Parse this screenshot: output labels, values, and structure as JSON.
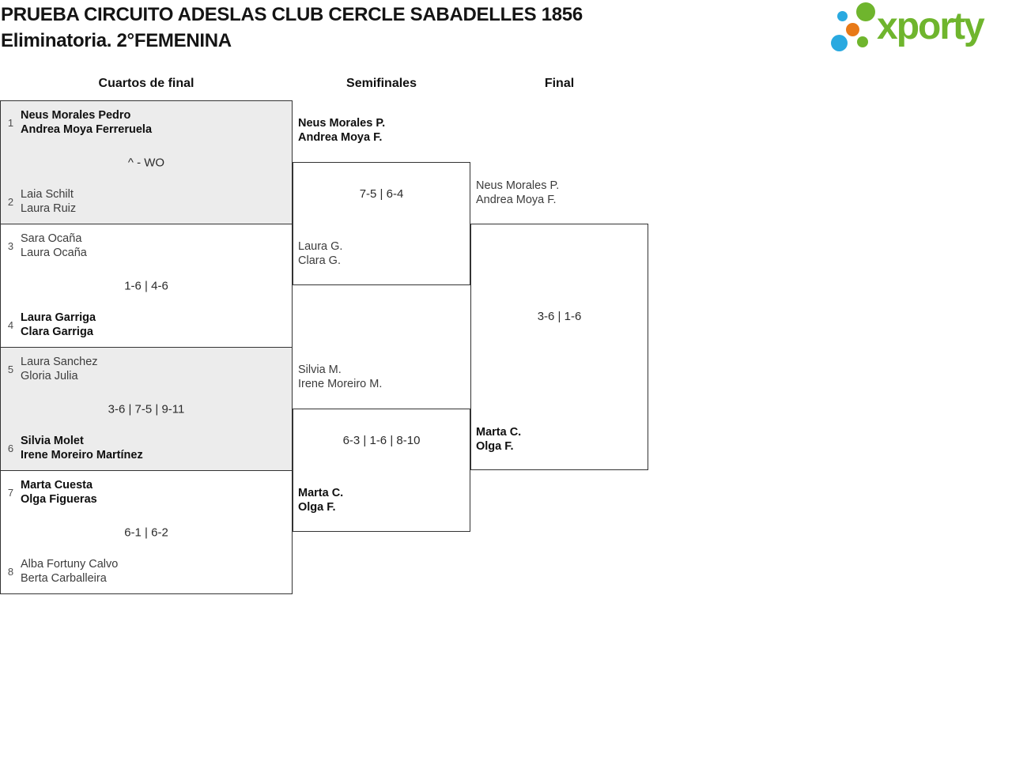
{
  "header": {
    "title_line1": "PRUEBA CIRCUITO ADESLAS CLUB CERCLE SABADELLES 1856",
    "title_line2": "Eliminatoria. 2°FEMENINA"
  },
  "logo": {
    "text": "xporty",
    "colors": {
      "green": "#6fb52d",
      "blue": "#29a9e0",
      "orange": "#e87917"
    }
  },
  "rounds": {
    "quarterfinals_label": "Cuartos de final",
    "semifinals_label": "Semifinales",
    "final_label": "Final"
  },
  "bracket": {
    "quarterfinals": [
      {
        "seed_a": "1",
        "team_a": {
          "p1": "Neus Morales Pedro",
          "p2": "Andrea Moya Ferreruela",
          "winner": true
        },
        "score": "^ - WO",
        "seed_b": "2",
        "team_b": {
          "p1": "Laia Schilt",
          "p2": "Laura Ruiz",
          "winner": false
        }
      },
      {
        "seed_a": "3",
        "team_a": {
          "p1": "Sara Ocaña",
          "p2": "Laura Ocaña",
          "winner": false
        },
        "score": "1-6 | 4-6",
        "seed_b": "4",
        "team_b": {
          "p1": "Laura Garriga",
          "p2": "Clara Garriga",
          "winner": true
        }
      },
      {
        "seed_a": "5",
        "team_a": {
          "p1": "Laura Sanchez",
          "p2": "Gloria Julia",
          "winner": false
        },
        "score": "3-6 | 7-5 | 9-11",
        "seed_b": "6",
        "team_b": {
          "p1": "Silvia Molet",
          "p2": "Irene Moreiro Martínez",
          "winner": true
        }
      },
      {
        "seed_a": "7",
        "team_a": {
          "p1": "Marta Cuesta",
          "p2": "Olga Figueras",
          "winner": true
        },
        "score": "6-1 | 6-2",
        "seed_b": "8",
        "team_b": {
          "p1": "Alba Fortuny Calvo",
          "p2": "Berta Carballeira",
          "winner": false
        }
      }
    ],
    "semifinals": [
      {
        "team_a": {
          "p1": "Neus Morales P.",
          "p2": "Andrea Moya F.",
          "winner": true
        },
        "score": "7-5 | 6-4",
        "team_b": {
          "p1": "Laura G.",
          "p2": "Clara G.",
          "winner": false
        }
      },
      {
        "team_a": {
          "p1": "Silvia M.",
          "p2": "Irene Moreiro M.",
          "winner": false
        },
        "score": "6-3 | 1-6 | 8-10",
        "team_b": {
          "p1": "Marta C.",
          "p2": "Olga F.",
          "winner": true
        }
      }
    ],
    "final": {
      "team_a": {
        "p1": "Neus Morales P.",
        "p2": "Andrea Moya F.",
        "winner": false
      },
      "score": "3-6 | 1-6",
      "team_b": {
        "p1": "Marta C.",
        "p2": "Olga F.",
        "winner": true
      }
    }
  }
}
